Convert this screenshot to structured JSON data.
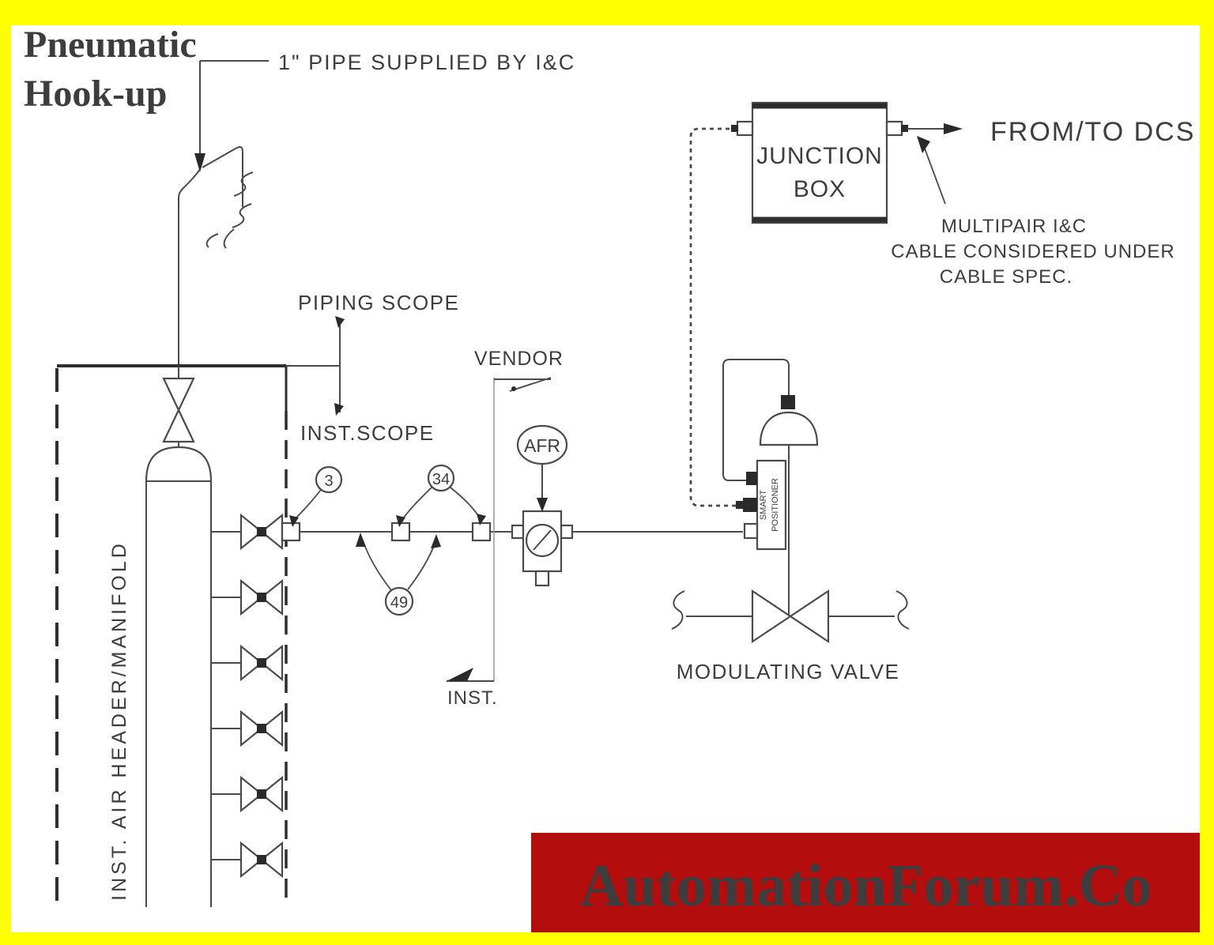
{
  "colors": {
    "border": "#ffff00",
    "title_red": "#e01a1a",
    "banner_bg": "#b30d0d",
    "banner_fg": "#ffffff",
    "line": "#4a4a4a",
    "vendor_line": "#999999"
  },
  "title": {
    "line1": "Pneumatic",
    "line2": "Hook-up"
  },
  "supply": {
    "label": "1\" PIPE SUPPLIED BY I&C"
  },
  "scopes": {
    "piping": "PIPING SCOPE",
    "inst_scope": "INST.SCOPE",
    "vendor": "VENDOR",
    "inst": "INST."
  },
  "header": {
    "label": "INST. AIR HEADER/MANIFOLD"
  },
  "afr": {
    "tag": "AFR"
  },
  "positioner": {
    "line1": "SMART",
    "line2": "POSITIONER"
  },
  "junction_box": {
    "line1": "JUNCTION",
    "line2": "BOX"
  },
  "dcs": {
    "label": "FROM/TO DCS"
  },
  "cable_note": {
    "line1": "MULTIPAIR I&C",
    "line2": "CABLE CONSIDERED UNDER",
    "line3": "CABLE SPEC."
  },
  "valve": {
    "label": "MODULATING VALVE"
  },
  "callouts": {
    "c3": "3",
    "c34": "34",
    "c49": "49"
  },
  "banner": {
    "text": "AutomationForum.Co"
  }
}
